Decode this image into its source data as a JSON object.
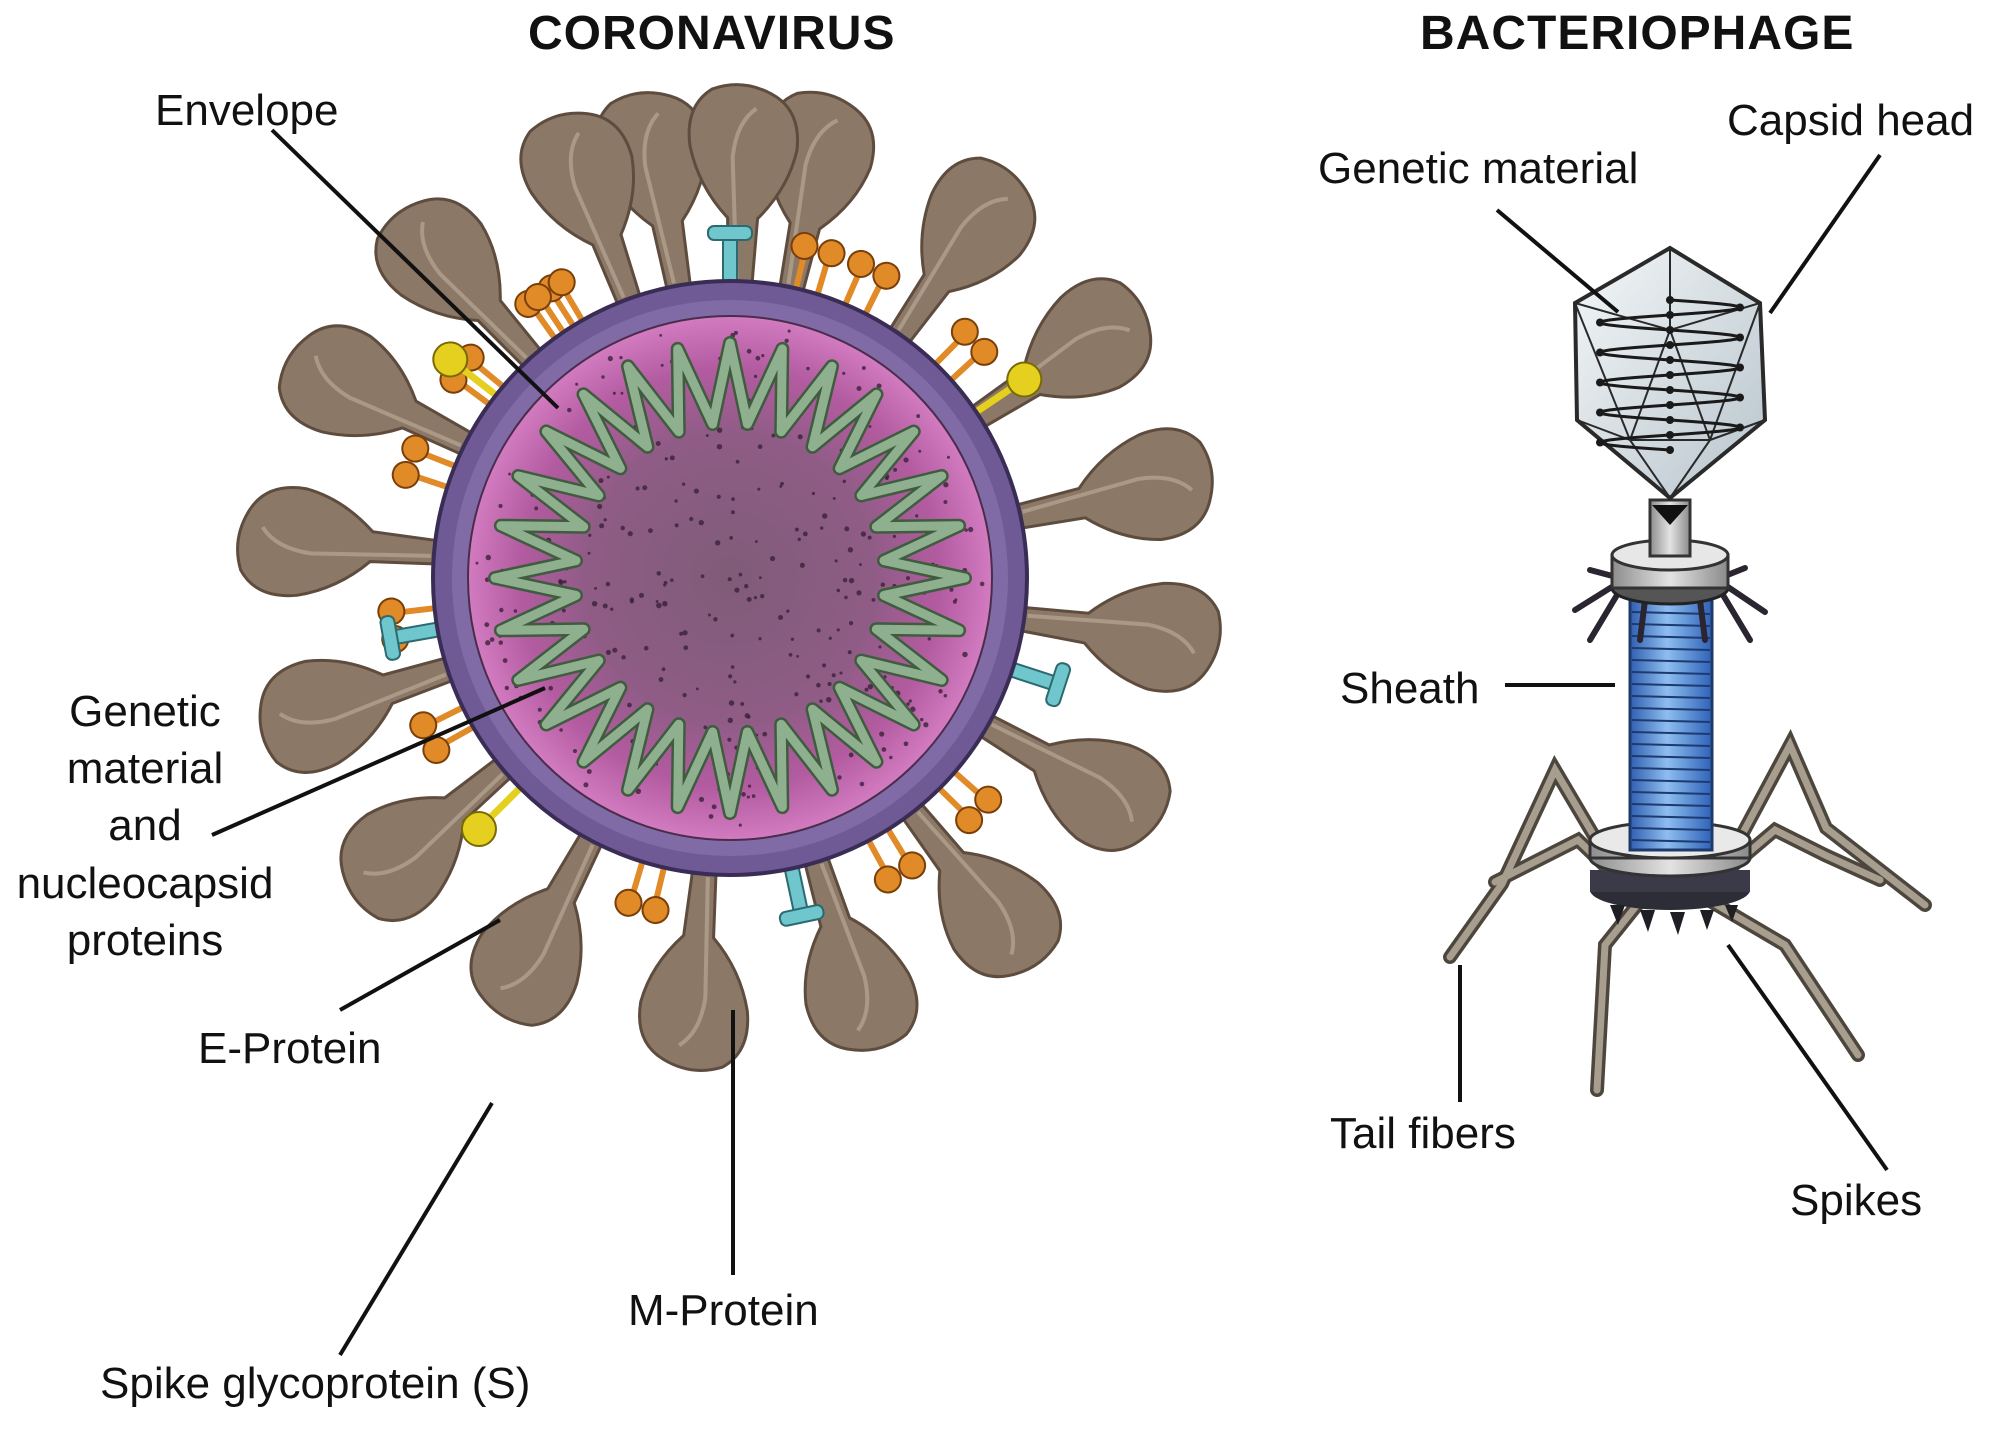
{
  "coronavirus": {
    "title": "CORONAVIRUS",
    "labels": {
      "envelope": "Envelope",
      "genetic_material_lines": [
        "Genetic",
        "material",
        "and",
        "nucleocapsid",
        "proteins"
      ],
      "e_protein": "E-Protein",
      "spike_glycoprotein": "Spike glycoprotein (S)",
      "m_protein": "M-Protein"
    }
  },
  "bacteriophage": {
    "title": "BACTERIOPHAGE",
    "labels": {
      "genetic_material": "Genetic material",
      "capsid_head": "Capsid head",
      "sheath": "Sheath",
      "tail_fibers": "Tail fibers",
      "spikes": "Spikes"
    }
  },
  "colors": {
    "spike": "#8c7866",
    "spike_dark": "#5e4c3e",
    "envelope": "#6f5a96",
    "interior": "#c25eaa",
    "core": "#8a5f80",
    "rna": "#7fa07e",
    "m_protein": "#e08a28",
    "e_protein": "#e5d020",
    "hemagglutinin": "#6fc6cc",
    "capsid": "#dde4e8",
    "sheath": "#5a8fd6",
    "collar": "#b9b9b9",
    "tail_fiber": "#8e8577"
  }
}
